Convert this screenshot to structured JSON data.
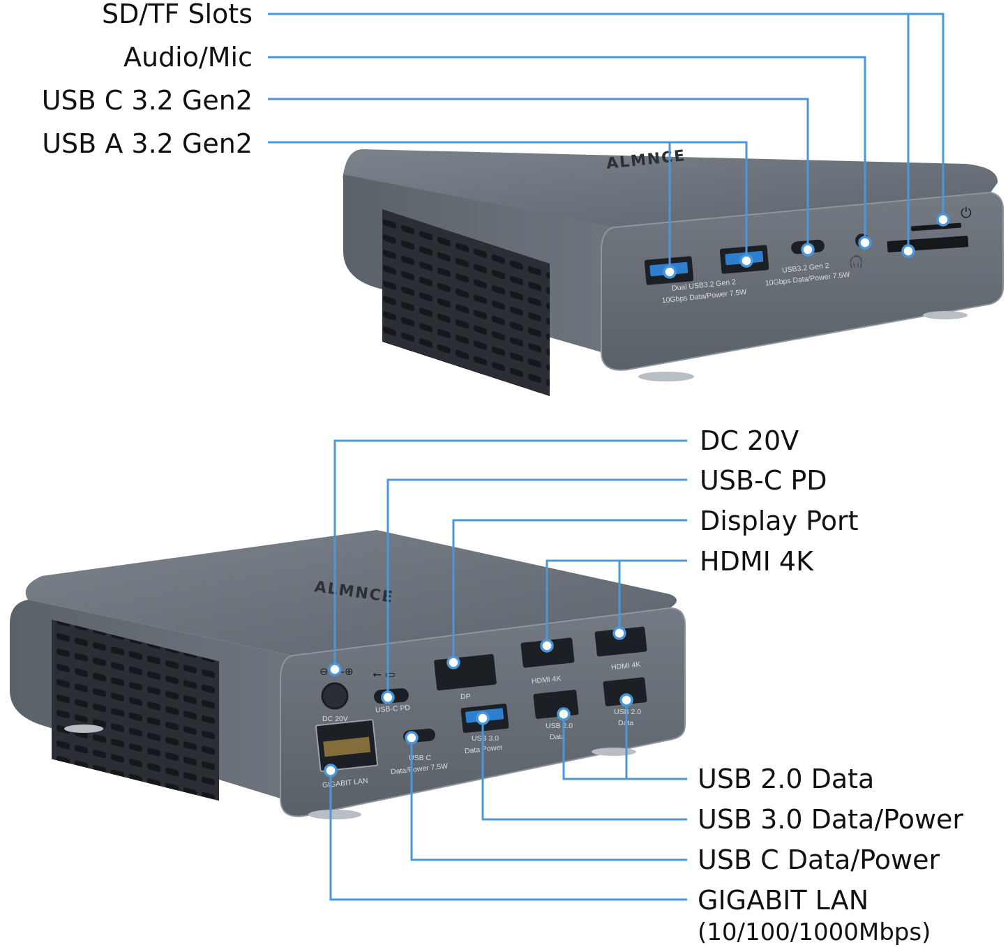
{
  "colors": {
    "accent": "#4a97dc",
    "body": "#6c737c",
    "usb3_port": "#2f7fd0"
  },
  "top_device": {
    "brand": "ALMNCE",
    "port_labels": {
      "dual_usb_line1": "Dual USB3.2 Gen 2",
      "dual_usb_line2": "10Gbps Data/Power 7.5W",
      "usbc_line1": "USB3.2 Gen 2",
      "usbc_line2": "10Gbps Data/Power 7.5W"
    },
    "callouts": [
      "SD/TF Slots",
      "Audio/Mic",
      "USB C 3.2 Gen2",
      "USB A 3.2 Gen2"
    ]
  },
  "bottom_device": {
    "brand": "ALMNCE",
    "port_labels": {
      "dc": "DC 20V",
      "usbc_pd": "USB-C PD",
      "dp": "DP",
      "hdmi1": "HDMI 4K",
      "hdmi2": "HDMI 4K",
      "usb2_1_line1": "USB 2.0",
      "usb2_1_line2": "Data",
      "usb2_2_line1": "USB 2.0",
      "usb2_2_line2": "Data",
      "usb3_line1": "USB 3.0",
      "usb3_line2": "Data Power",
      "usbc_line1": "USB C",
      "usbc_line2": "Data/Power 7.5W",
      "lan": "GIGABIT LAN"
    },
    "callouts": [
      "DC 20V",
      "USB-C PD",
      "Display Port",
      "HDMI 4K",
      "USB 2.0 Data",
      "USB 3.0 Data/Power",
      "USB C Data/Power",
      "GIGABIT LAN"
    ],
    "lan_speed": "(10/100/1000Mbps)"
  }
}
